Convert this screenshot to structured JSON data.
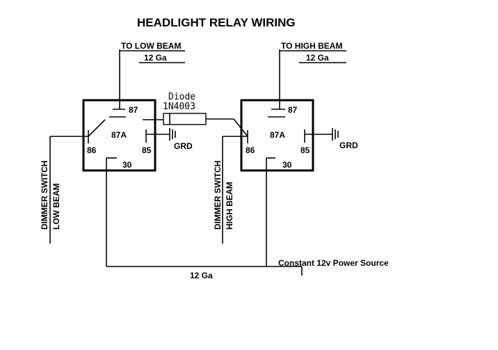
{
  "title": "HEADLIGHT RELAY WIRING",
  "low_beam": {
    "to_label": "TO LOW BEAM",
    "gauge": "12 Ga",
    "switch_line1": "DIMMER SWITCH",
    "switch_line2": "LOW BEAM"
  },
  "high_beam": {
    "to_label": "TO HIGH BEAM",
    "gauge": "12 Ga",
    "switch_line1": "DIMMER SWITCH",
    "switch_line2": "HIGH BEAM"
  },
  "relay_pins": {
    "p87": "87",
    "p87a": "87A",
    "p86": "86",
    "p85": "85",
    "p30": "30"
  },
  "ground_label": "GRD",
  "diode": {
    "name": "Diode",
    "part": "1N4003"
  },
  "power": {
    "label": "Constant 12v Power Source",
    "gauge": "12 Ga"
  }
}
